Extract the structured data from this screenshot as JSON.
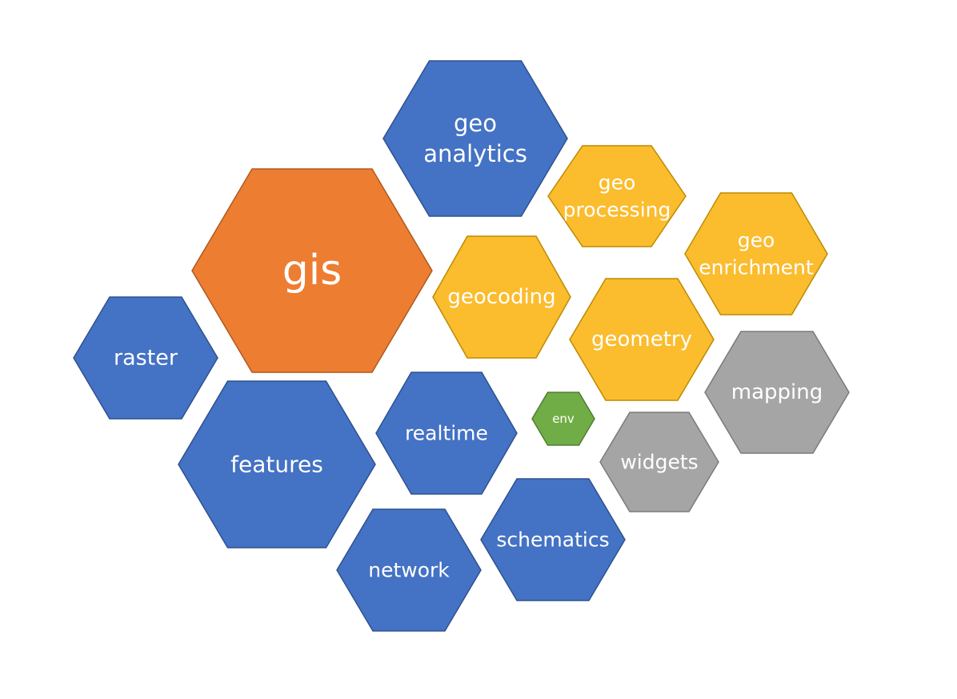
{
  "colors": {
    "blue": "#4472C4",
    "blue_stroke": "#2F528F",
    "orange": "#ED7D31",
    "orange_stroke": "#AE5A21",
    "yellow": "#FBBC2E",
    "yellow_stroke": "#BC8C00",
    "gray": "#A5A5A5",
    "gray_stroke": "#7B7B7B",
    "green": "#70AD47",
    "green_stroke": "#507E32"
  },
  "hexagons": [
    {
      "id": "gis",
      "color": "orange",
      "lines": [
        "gis"
      ]
    },
    {
      "id": "geo-analytics",
      "color": "blue",
      "lines": [
        "geo",
        "analytics"
      ]
    },
    {
      "id": "geo-processing",
      "color": "yellow",
      "lines": [
        "geo",
        "processing"
      ]
    },
    {
      "id": "geo-enrichment",
      "color": "yellow",
      "lines": [
        "geo",
        "enrichment"
      ]
    },
    {
      "id": "geocoding",
      "color": "yellow",
      "lines": [
        "geocoding"
      ]
    },
    {
      "id": "geometry",
      "color": "yellow",
      "lines": [
        "geometry"
      ]
    },
    {
      "id": "raster",
      "color": "blue",
      "lines": [
        "raster"
      ]
    },
    {
      "id": "features",
      "color": "blue",
      "lines": [
        "features"
      ]
    },
    {
      "id": "realtime",
      "color": "blue",
      "lines": [
        "realtime"
      ]
    },
    {
      "id": "env",
      "color": "green",
      "lines": [
        "env"
      ]
    },
    {
      "id": "mapping",
      "color": "gray",
      "lines": [
        "mapping"
      ]
    },
    {
      "id": "widgets",
      "color": "gray",
      "lines": [
        "widgets"
      ]
    },
    {
      "id": "schematics",
      "color": "blue",
      "lines": [
        "schematics"
      ]
    },
    {
      "id": "network",
      "color": "blue",
      "lines": [
        "network"
      ]
    }
  ]
}
